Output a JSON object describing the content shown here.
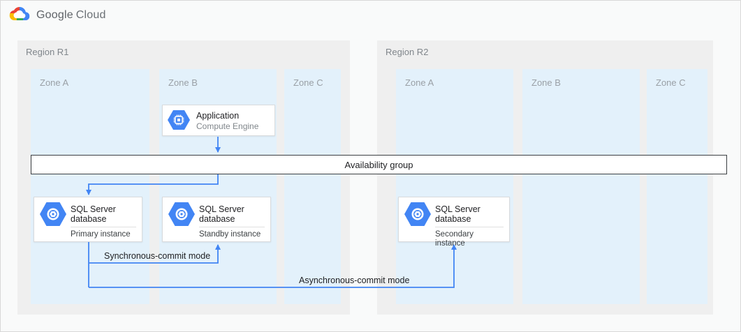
{
  "logo": {
    "brand": "Google",
    "product": "Cloud"
  },
  "regions": [
    {
      "label": "Region R1",
      "zones": [
        {
          "label": "Zone A"
        },
        {
          "label": "Zone B"
        },
        {
          "label": "Zone C"
        }
      ]
    },
    {
      "label": "Region R2",
      "zones": [
        {
          "label": "Zone A"
        },
        {
          "label": "Zone B"
        },
        {
          "label": "Zone C"
        }
      ]
    }
  ],
  "nodes": {
    "application": {
      "title": "Application",
      "subtitle": "Compute Engine",
      "icon": "compute-engine-icon"
    },
    "availability_group": {
      "label": "Availability group"
    },
    "primary": {
      "title": "SQL Server database",
      "instance": "Primary instance",
      "icon": "cloud-sql-icon"
    },
    "standby": {
      "title": "SQL Server database",
      "instance": "Standby instance",
      "icon": "cloud-sql-icon"
    },
    "secondary": {
      "title": "SQL Server database",
      "instance": "Secondary instance",
      "icon": "cloud-sql-icon"
    }
  },
  "edges": {
    "sync": {
      "label": "Synchronous-commit mode"
    },
    "async": {
      "label": "Asynchronous-commit mode"
    }
  },
  "colors": {
    "arrow": "#4285F4",
    "icon_hexagon": "#4285F4",
    "region_bg": "#efefef",
    "zone_bg": "#e3f1fb",
    "logo_red": "#EA4335",
    "logo_blue": "#4285F4",
    "logo_yellow": "#FBBC05",
    "logo_green": "#34A853"
  }
}
